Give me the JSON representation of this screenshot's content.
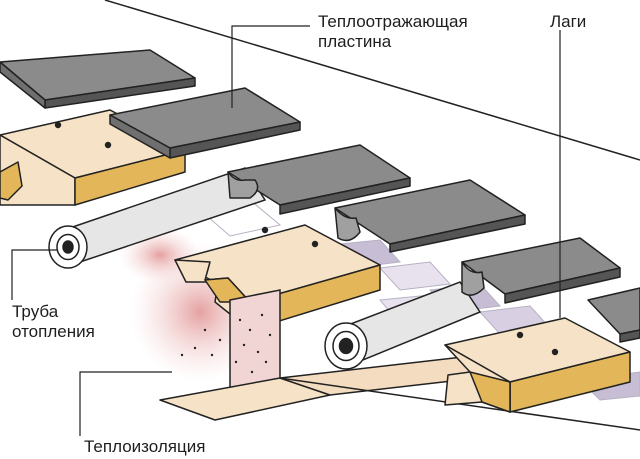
{
  "labels": {
    "plate": [
      "Теплоотражающая",
      "пластина"
    ],
    "joists": "Лаги",
    "pipe": [
      "Труба",
      "отопления"
    ],
    "insulation": "Теплоизоляция"
  },
  "colors": {
    "background": "#ffffff",
    "joist_top": "#f6e2c6",
    "joist_side": "#e4b65a",
    "plate_top": "#8b8b8b",
    "plate_edge": "#555555",
    "pipe_body": "#e6e6e6",
    "insulation": "#e5a9a6",
    "floor_tile": "#c7bdd4",
    "outline": "#222222",
    "leader_line": "#222222"
  }
}
